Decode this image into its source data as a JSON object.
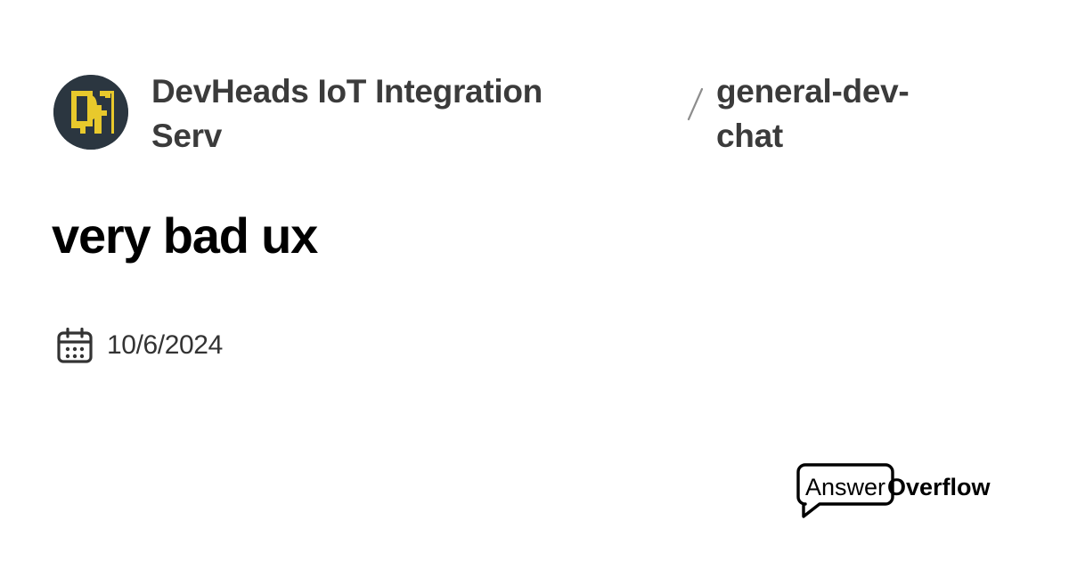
{
  "page": {
    "background_color": "#ffffff"
  },
  "header": {
    "server": {
      "name": "DevHeads IoT Integration Serv",
      "avatar_icon": "devheads-dh-monogram",
      "avatar_background_color": "#2b3640",
      "avatar_mark_color": "#e8c92c"
    },
    "separator": "/",
    "separator_color": "#8d8d8d",
    "channel": {
      "name": "general-dev-chat"
    },
    "text_color": "#3b3b3b"
  },
  "main": {
    "title": "very bad ux",
    "title_color": "#000000"
  },
  "meta": {
    "date_icon": "calendar-icon",
    "date": "10/6/2024",
    "date_color": "#333333"
  },
  "branding": {
    "logo_icon": "speech-bubble-icon",
    "name_light": "Answer",
    "name_bold": "Overflow",
    "color": "#000000"
  }
}
